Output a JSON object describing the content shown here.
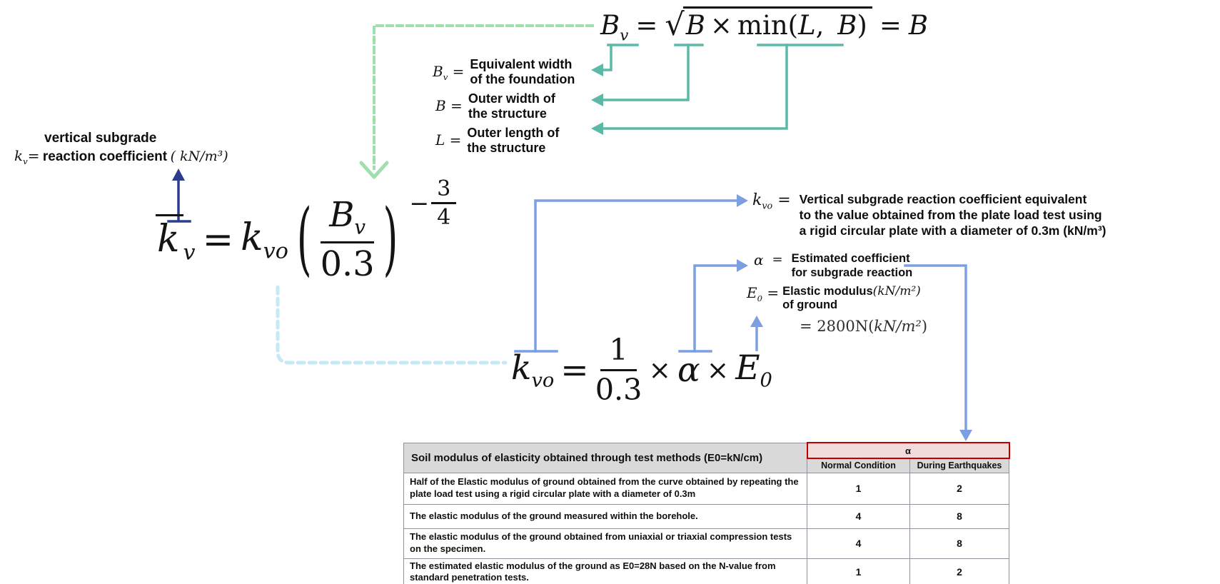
{
  "colors": {
    "ink": "#141414",
    "teal": "#5cb8a7",
    "blue": "#7c9fe2",
    "navy": "#2c3d8f",
    "pale-blue": "#c5eaf6",
    "pale-green": "#9fdfae",
    "table-header-bg": "#d9d9d9",
    "alpha-header-bg": "#f2dcdb",
    "alpha-header-border": "#c00000",
    "table-border": "#8f949c"
  },
  "top_formula": {
    "B": "B",
    "B_sub": "v",
    "eq": "=",
    "radical": "√",
    "rad_B": "B",
    "rad_times": "×",
    "rad_min": "min(",
    "rad_L": "L",
    "rad_comma": ", ",
    "rad_B2": "B",
    "rad_close": ")",
    "eq2": "=",
    "B2": "B"
  },
  "top_defs": [
    {
      "sym": "B",
      "sub": "v",
      "eq": " =",
      "text": "Equivalent width\nof the foundation"
    },
    {
      "sym": "B",
      "sub": "",
      "eq": " =",
      "text": "Outer width of\nthe structure"
    },
    {
      "sym": "L",
      "sub": "",
      "eq": " =",
      "text": "Outer length of\nthe structure"
    }
  ],
  "kv_label": {
    "line1": "vertical subgrade",
    "sym": "k",
    "sym_sub": "v",
    "sym_eq": "=",
    "line2": "reaction coefficient",
    "units": "( kN/m³)"
  },
  "main_formula": {
    "k": "k",
    "k_sub": "v",
    "eq": "=",
    "k2": "k",
    "k2_sub": "vo",
    "open_paren": "(",
    "close_paren": ")",
    "num_B": "B",
    "num_sub": "v",
    "den": "0.3",
    "exp_minus": "−",
    "exp_num": "3",
    "exp_den": "4"
  },
  "kvo_def": {
    "sym": "k",
    "sub": "vo",
    "eq": " =",
    "text": "Vertical subgrade reaction coefficient equivalent\nto the value obtained from the plate load test using\na rigid circular plate with a diameter of 0.3m (kN/m³)"
  },
  "alpha_def": {
    "sym": "α",
    "eq": "=",
    "text": "Estimated coefficient\nfor subgrade reaction"
  },
  "e0_def": {
    "sym": "E",
    "sub": "0",
    "eq": " =",
    "text1": "Elastic modulus",
    "math": "(kN/m²)",
    "text2": "of ground",
    "value_prefix": "= 2800N(",
    "value_math": "kN/m²",
    "value_close": ")"
  },
  "formula2": {
    "k": "k",
    "sub": "vo",
    "eq": "=",
    "num": "1",
    "den": "0.3",
    "times1": "×",
    "alpha": "α",
    "times2": "×",
    "E": "E",
    "E_sub": "0"
  },
  "table": {
    "col1_header": "Soil modulus of elasticity obtained through test methods (E0=kN/cm)",
    "alpha_header": "α",
    "col2_header": "Normal Condition",
    "col3_header": "During Earthquakes",
    "rows": [
      {
        "desc": "Half of the Elastic modulus of ground obtained from the curve obtained by repeating the plate load test using a rigid circular plate with a diameter of 0.3m",
        "normal": "1",
        "quake": "2"
      },
      {
        "desc": "The elastic modulus of the ground measured within the borehole.",
        "normal": "4",
        "quake": "8"
      },
      {
        "desc": "The elastic modulus of the ground obtained from uniaxial or triaxial compression tests on the specimen.",
        "normal": "4",
        "quake": "8"
      },
      {
        "desc": "The estimated elastic modulus of the ground as E0=28N based on the N-value from standard penetration tests.",
        "normal": "1",
        "quake": "2"
      }
    ]
  }
}
